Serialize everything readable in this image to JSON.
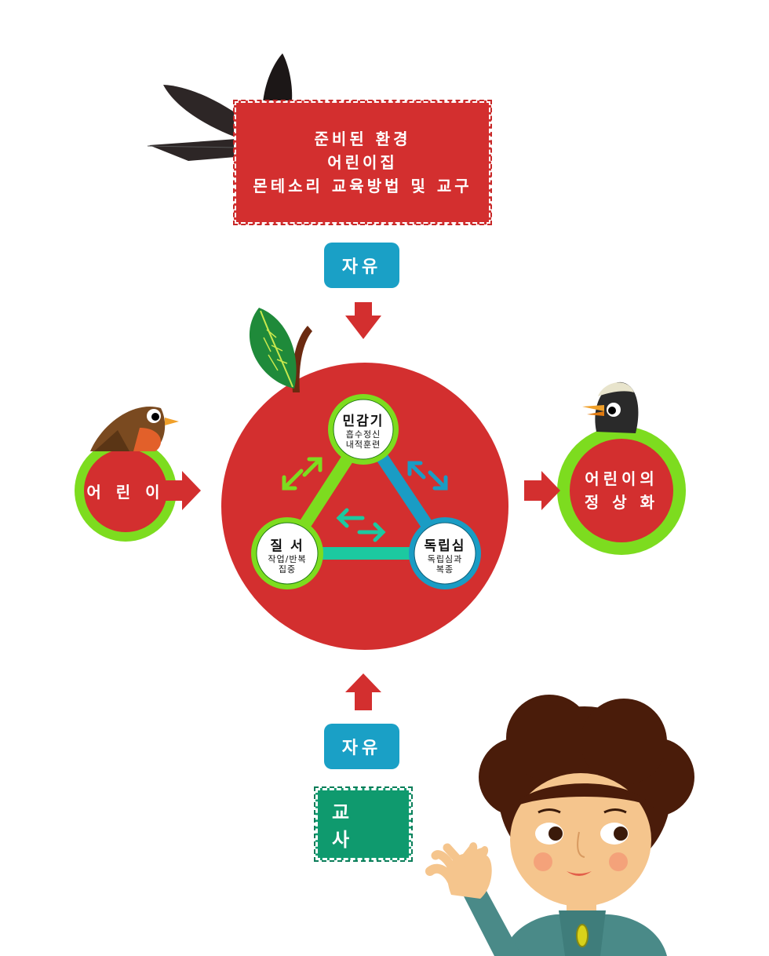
{
  "environment_box": {
    "lines": [
      "준비된 환경",
      "어린이집",
      "몬테소리 교육방법 및 교구"
    ]
  },
  "freedom_top": "자유",
  "freedom_bottom": "자유",
  "teacher": "교 사",
  "child": "어 린 이",
  "normalization": {
    "line1": "어린이의",
    "line2": "정 상 화"
  },
  "nodes": {
    "sensitive": {
      "title": "민감기",
      "sub1": "흡수정신",
      "sub2": "내적훈련"
    },
    "order": {
      "title": "질 서",
      "sub1": "작업/반복",
      "sub2": "집중"
    },
    "independence": {
      "title": "독립심",
      "sub1": "독립심과",
      "sub2": "복종"
    }
  },
  "colors": {
    "red": "#d32f2f",
    "blue": "#1aa0c6",
    "green": "#7ddc1f",
    "teal": "#1cc9a0",
    "dark_green": "#0f9a6e"
  },
  "icons": [
    "swallow-icon",
    "robin-icon",
    "eagle-icon",
    "leaf-icon",
    "teacher-illustration",
    "arrow-down-icon",
    "arrow-up-icon",
    "arrow-right-icon"
  ]
}
